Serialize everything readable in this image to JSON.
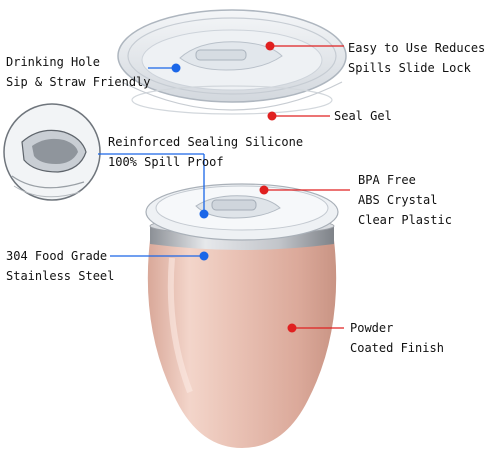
{
  "colors": {
    "callout_blue": "#1a66e8",
    "callout_red": "#e02020",
    "tumbler_rose_gold": "#e8bfb2",
    "steel_rim": "#b9bcc2"
  },
  "callouts": {
    "drinking_hole": {
      "line1": "Drinking Hole",
      "line2": "Sip & Straw Friendly",
      "marker": "blue"
    },
    "easy_to_use": {
      "line1": "Easy to Use Reduces",
      "line2": "Spills Slide Lock",
      "marker": "red"
    },
    "seal_gel": {
      "line1": "Seal Gel",
      "marker": "red"
    },
    "reinforced_sealing": {
      "line1": "Reinforced Sealing Silicone",
      "line2": "100% Spill Proof",
      "marker": "blue"
    },
    "bpa_free": {
      "line1": "BPA Free",
      "line2": "ABS Crystal",
      "line3": "Clear Plastic",
      "marker": "red"
    },
    "stainless_steel": {
      "line1": "304 Food Grade",
      "line2": "Stainless Steel",
      "marker": "blue"
    },
    "powder_coated": {
      "line1": "Powder",
      "line2": "Coated Finish",
      "marker": "red"
    }
  }
}
